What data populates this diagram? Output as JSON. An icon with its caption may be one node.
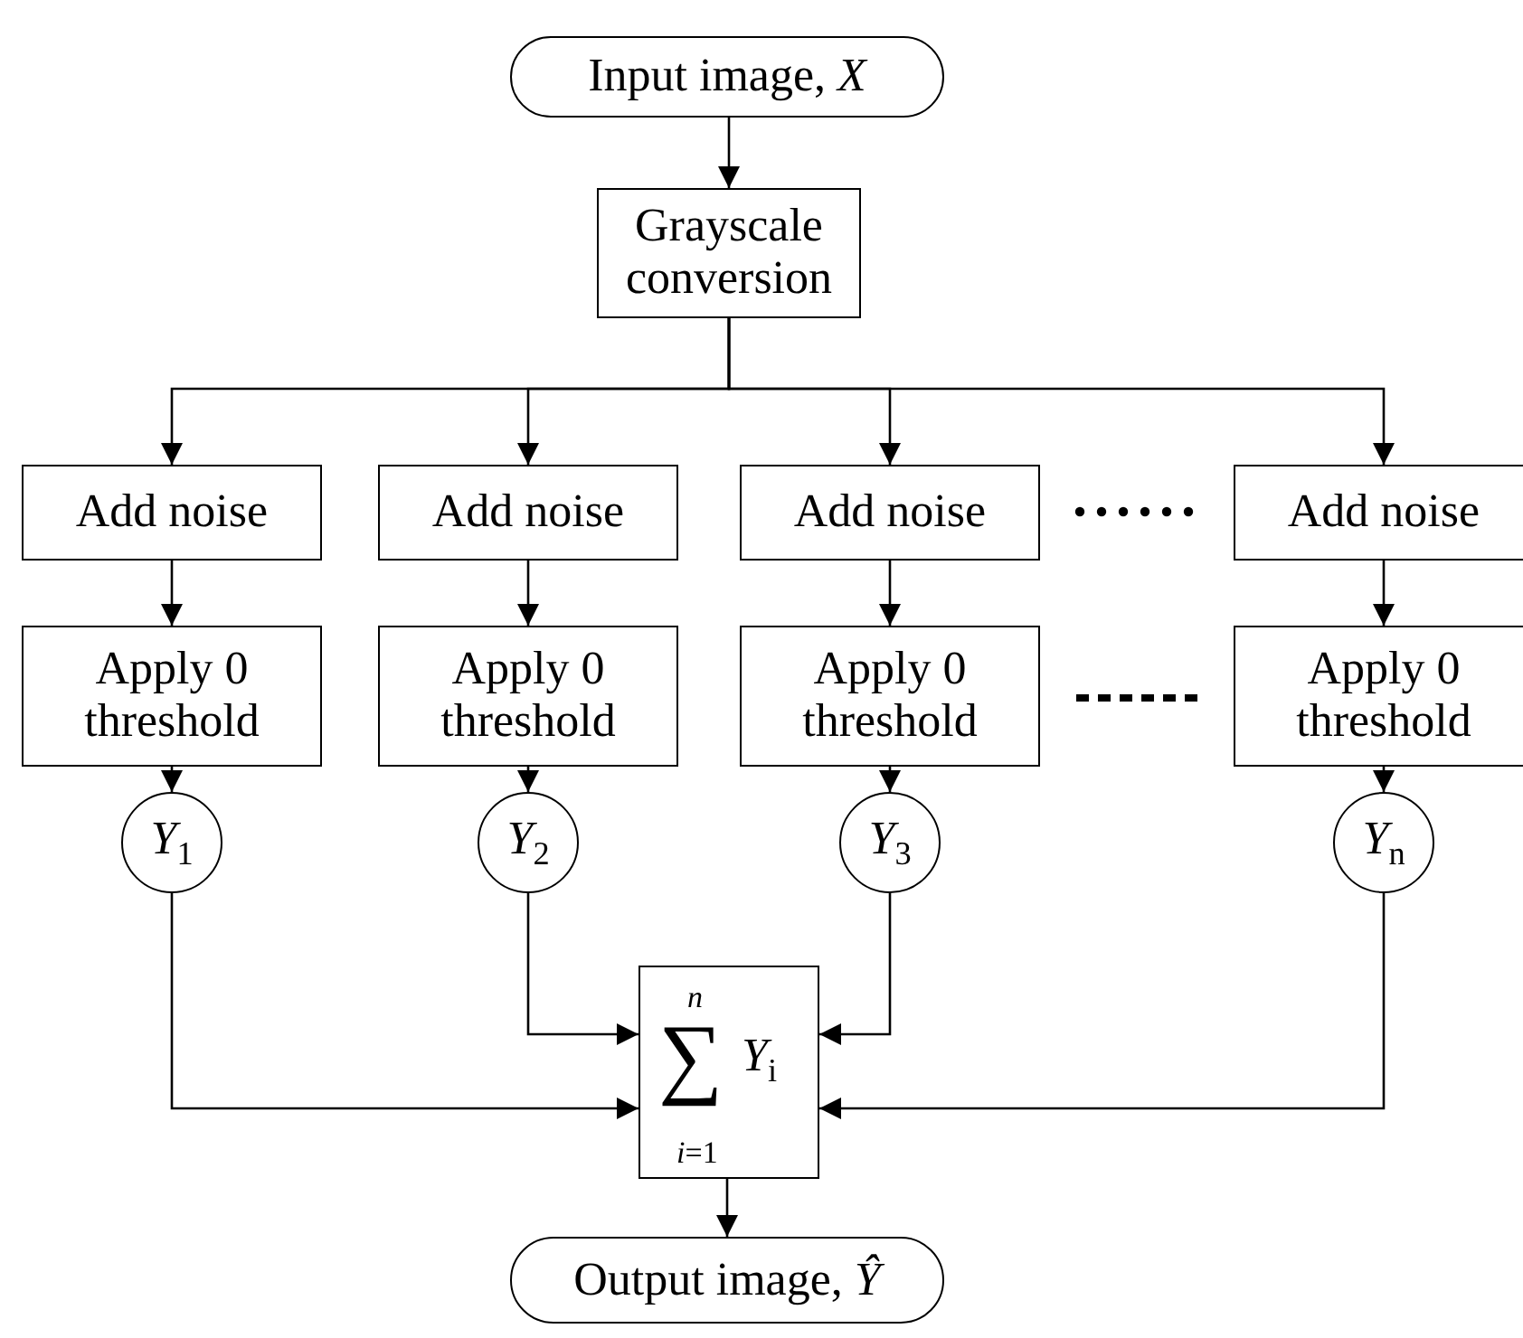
{
  "diagram": {
    "nodes": [
      {
        "text": [
          "Input image, *X*"
        ]
      },
      {
        "text": [
          "Grayscale conversion"
        ]
      },
      {
        "text": [
          "Add noise"
        ]
      },
      {
        "text": [
          "Add noise"
        ]
      },
      {
        "text": [
          "Add noise"
        ]
      },
      {
        "text": [
          "Add noise"
        ]
      },
      {
        "text": [
          "Apply 0 threshold"
        ]
      },
      {
        "text": [
          "Apply 0 threshold"
        ]
      },
      {
        "text": [
          "Apply 0 threshold"
        ]
      },
      {
        "text": [
          "Apply 0 threshold"
        ]
      },
      {
        "text": [
          "*Y*$_{1}$"
        ]
      },
      {
        "text": [
          "*Y*$_{2}$"
        ]
      },
      {
        "text": [
          "*Y*$_{3}$"
        ]
      },
      {
        "text": [
          "*Y*$_{n}$"
        ]
      },
      {
        "text": [
          "*n*",
          "∑",
          "*Y*$_{i}$",
          "*i*=1"
        ]
      },
      {
        "text": [
          "Output image, *Ŷ*"
        ]
      }
    ],
    "edges": [
      {
        "from": 0,
        "to": 1,
        "arrow": "to"
      },
      {
        "from": 1,
        "to": 2,
        "arrow": "to"
      },
      {
        "from": 1,
        "to": 3,
        "arrow": "to"
      },
      {
        "from": 1,
        "to": 4,
        "arrow": "to"
      },
      {
        "from": 1,
        "to": 5,
        "arrow": "to"
      },
      {
        "from": 2,
        "to": 6,
        "arrow": "to"
      },
      {
        "from": 3,
        "to": 7,
        "arrow": "to"
      },
      {
        "from": 4,
        "to": 8,
        "arrow": "to"
      },
      {
        "from": 5,
        "to": 9,
        "arrow": "to"
      },
      {
        "from": 6,
        "to": 10,
        "arrow": "to"
      },
      {
        "from": 7,
        "to": 11,
        "arrow": "to"
      },
      {
        "from": 8,
        "to": 12,
        "arrow": "to"
      },
      {
        "from": 9,
        "to": 13,
        "arrow": "to"
      },
      {
        "from": 10,
        "to": 14,
        "arrow": "to"
      },
      {
        "from": 11,
        "to": 14,
        "arrow": "to"
      },
      {
        "from": 12,
        "to": 14,
        "arrow": "to"
      },
      {
        "from": 13,
        "to": 14,
        "arrow": "to"
      },
      {
        "from": 14,
        "to": 15,
        "arrow": "to"
      }
    ]
  }
}
